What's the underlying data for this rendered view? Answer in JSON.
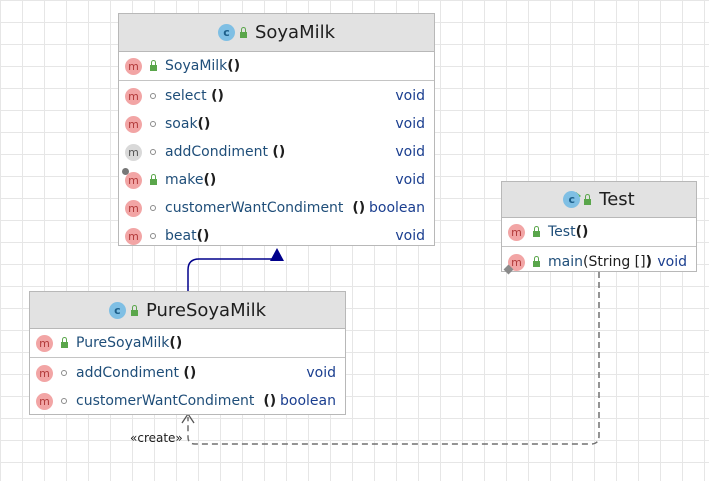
{
  "classes": {
    "soyamilk": {
      "name": "SoyaMilk",
      "constructor": "SoyaMilk",
      "methods": [
        {
          "name": "select",
          "parens": "()",
          "type": "void"
        },
        {
          "name": "soak",
          "parens": "()",
          "type": "void"
        },
        {
          "name": "addCondiment",
          "parens": "()",
          "type": "void"
        },
        {
          "name": "make",
          "parens": "()",
          "type": "void"
        },
        {
          "name": "customerWantCondiment",
          "parens": "()",
          "type": "boolean"
        },
        {
          "name": "beat",
          "parens": "()",
          "type": "void"
        }
      ]
    },
    "puresoyamilk": {
      "name": "PureSoyaMilk",
      "constructor": "PureSoyaMilk",
      "methods": [
        {
          "name": "addCondiment",
          "parens": "()",
          "type": "void"
        },
        {
          "name": "customerWantCondiment",
          "parens": "()",
          "type": "boolean"
        }
      ]
    },
    "test": {
      "name": "Test",
      "constructor": "Test",
      "methods": [
        {
          "name": "main",
          "params": "(String []",
          "close": ")",
          "type": "void"
        }
      ]
    }
  },
  "icons": {
    "class": "c",
    "method": "m"
  },
  "dependency": {
    "label": "«create»"
  },
  "colors": {
    "association": "#00008b",
    "dependency": "#707070",
    "header": "#e2e2e2"
  }
}
